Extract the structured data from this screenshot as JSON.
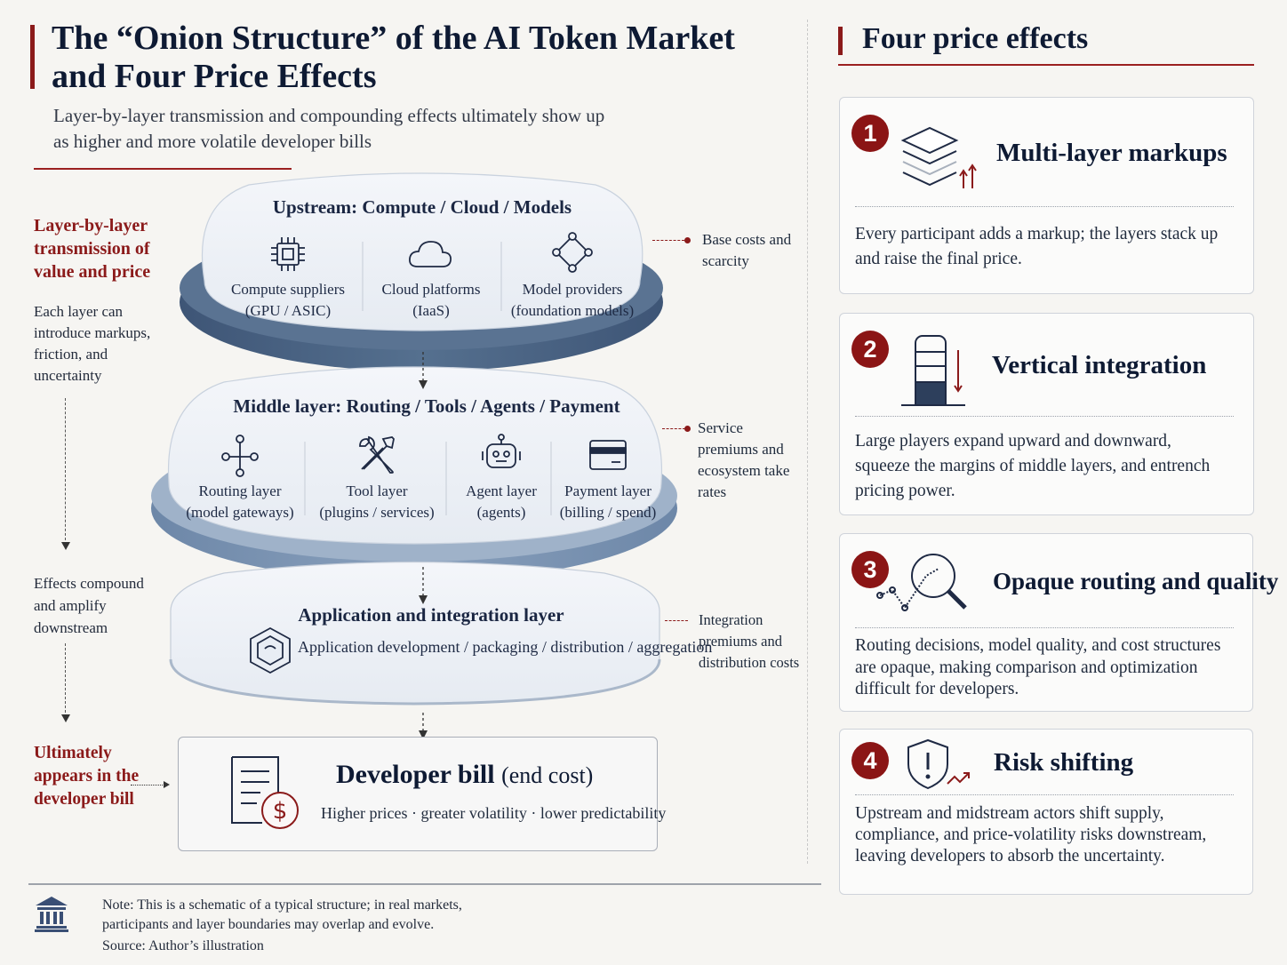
{
  "header": {
    "title": "The “Onion Structure” of the AI Token Market and Four Price Effects",
    "subtitle": "Layer-by-layer transmission and compounding effects ultimately show up as higher and more volatile developer bills"
  },
  "left_notes": {
    "heading": "Layer-by-layer transmission of value and price",
    "desc": "Each layer can introduce markups, friction, and uncertainty",
    "compound": "Effects compound and amplify downstream",
    "final": "Ultimately appears in the developer bill"
  },
  "layers": {
    "upstream": {
      "title": "Upstream: Compute / Cloud / Models",
      "items": [
        {
          "label1": "Compute suppliers",
          "label2": "(GPU / ASIC)",
          "icon": "chip-icon"
        },
        {
          "label1": "Cloud platforms",
          "label2": "(IaaS)",
          "icon": "cloud-icon"
        },
        {
          "label1": "Model providers",
          "label2": "(foundation models)",
          "icon": "network-nodes-icon"
        }
      ],
      "note": "Base costs and scarcity"
    },
    "middle": {
      "title": "Middle layer: Routing / Tools / Agents / Payment",
      "items": [
        {
          "label1": "Routing layer",
          "label2": "(model gateways)",
          "icon": "routing-icon"
        },
        {
          "label1": "Tool layer",
          "label2": "(plugins / services)",
          "icon": "tools-icon"
        },
        {
          "label1": "Agent layer",
          "label2": "(agents)",
          "icon": "robot-icon"
        },
        {
          "label1": "Payment layer",
          "label2": "(billing / spend)",
          "icon": "credit-card-icon"
        }
      ],
      "note": "Service premiums and ecosystem take rates"
    },
    "application": {
      "title": "Application and integration layer",
      "desc": "Application development / packaging / distribution / aggregation",
      "note": "Integration premiums and distribution costs"
    },
    "developer": {
      "title": "Developer bill",
      "title_suffix": "(end cost)",
      "subtitle": "Higher prices · greater volatility · lower predictability"
    }
  },
  "effects": {
    "heading": "Four price effects",
    "cards": [
      {
        "num": "1",
        "title": "Multi-layer markups",
        "body": "Every participant adds a markup; the layers stack up and raise the final price.",
        "icon": "stacked-layers-icon"
      },
      {
        "num": "2",
        "title": "Vertical integration",
        "body": "Large players expand upward and downward, squeeze the margins of middle layers, and entrench pricing power.",
        "icon": "vertical-bar-icon"
      },
      {
        "num": "3",
        "title": "Opaque routing and quality",
        "body": "Routing decisions, model quality, and cost structures are opaque, making comparison and optimization difficult for developers.",
        "icon": "magnifier-icon"
      },
      {
        "num": "4",
        "title": "Risk shifting",
        "body": "Upstream and midstream actors shift supply, compliance, and price-volatility risks downstream, leaving developers to absorb the uncertainty.",
        "icon": "shield-alert-icon"
      }
    ]
  },
  "footer": {
    "note": "Note: This is a schematic of a typical structure; in real markets, participants and layer boundaries may overlap and evolve.",
    "source": "Source: Author’s illustration"
  },
  "colors": {
    "accent_red": "#8b1a1a",
    "navy": "#0e1a33",
    "layer_dark": "#3f5878",
    "layer_light": "#7d95b4"
  }
}
